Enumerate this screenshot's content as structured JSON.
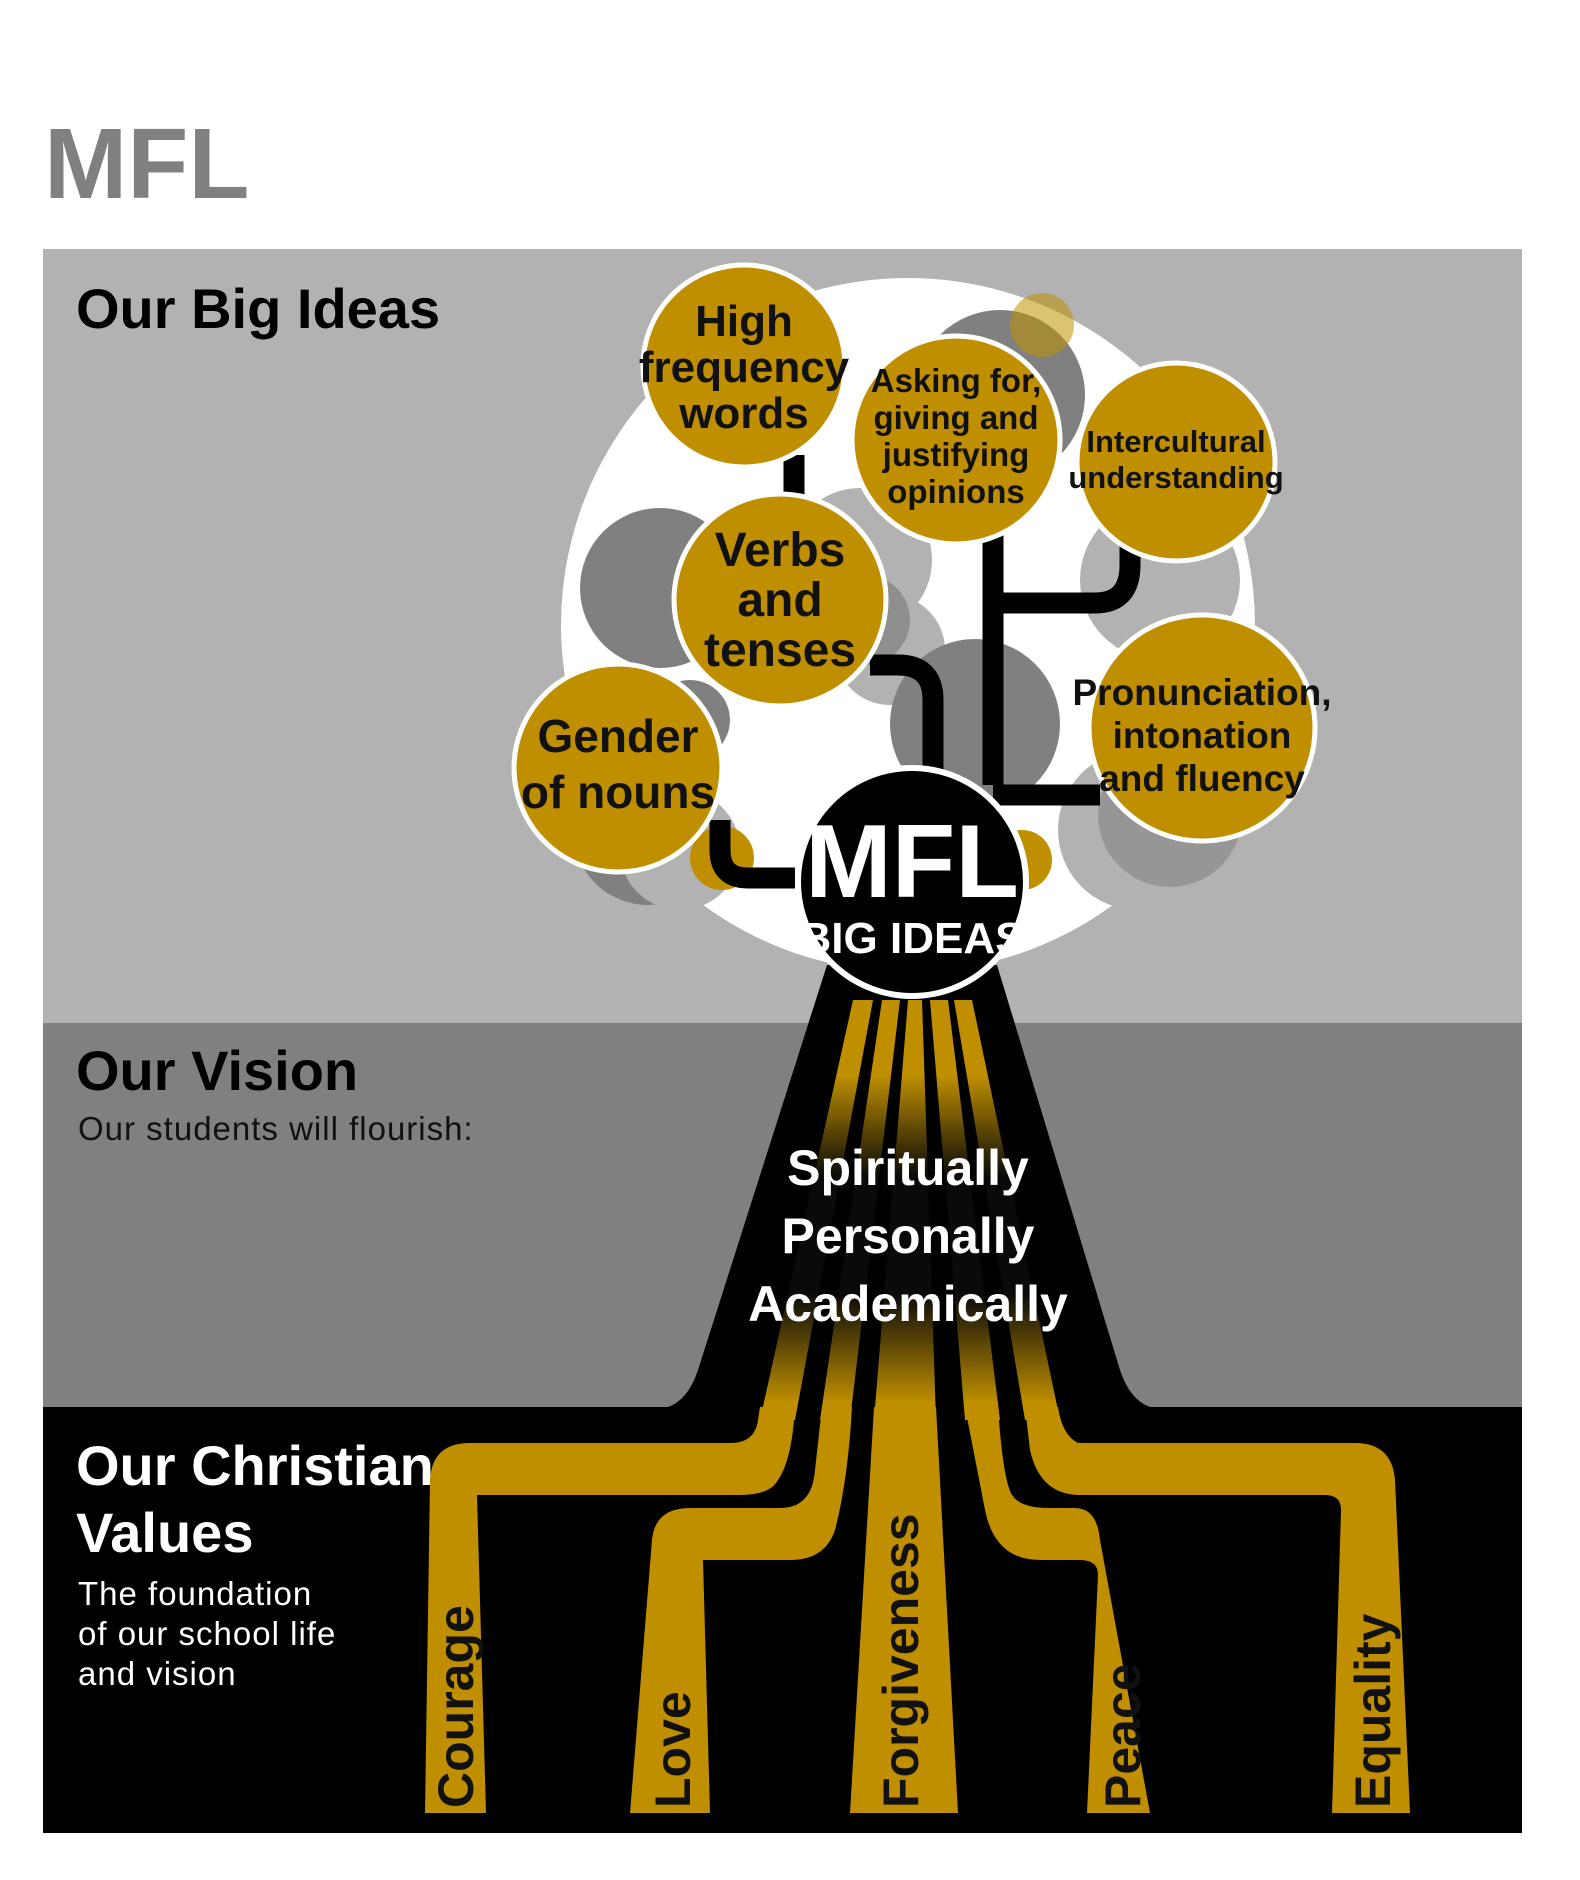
{
  "page": {
    "title": "MFL"
  },
  "colors": {
    "gold": "#bf8f00",
    "band_light": "#b2b2b2",
    "band_mid": "#808080",
    "band_dark": "#000000",
    "title_grey": "#808080"
  },
  "sections": {
    "big_ideas": {
      "heading": "Our Big Ideas"
    },
    "vision": {
      "heading": "Our Vision",
      "subtitle": "Our students will flourish:",
      "lines": [
        "Spiritually",
        "Personally",
        "Academically"
      ]
    },
    "values": {
      "heading_lines": [
        "Our Christian",
        "Values"
      ],
      "subtitle_lines": [
        "The foundation",
        "of our school life",
        "and vision"
      ]
    }
  },
  "core": {
    "title": "MFL",
    "subtitle": "BIG IDEAS"
  },
  "big_ideas": [
    {
      "id": "high-frequency-words",
      "lines": [
        "High",
        "frequency",
        "words"
      ]
    },
    {
      "id": "asking-giving-justifying-opinions",
      "lines": [
        "Asking for,",
        "giving and",
        "justifying",
        "opinions"
      ]
    },
    {
      "id": "intercultural-understanding",
      "lines": [
        "Intercultural",
        "understanding"
      ]
    },
    {
      "id": "verbs-and-tenses",
      "lines": [
        "Verbs",
        "and",
        "tenses"
      ]
    },
    {
      "id": "pronunciation-intonation-fluency",
      "lines": [
        "Pronunciation,",
        "intonation",
        "and fluency"
      ]
    },
    {
      "id": "gender-of-nouns",
      "lines": [
        "Gender",
        "of nouns"
      ]
    }
  ],
  "values": [
    "Courage",
    "Love",
    "Forgiveness",
    "Peace",
    "Equality"
  ]
}
